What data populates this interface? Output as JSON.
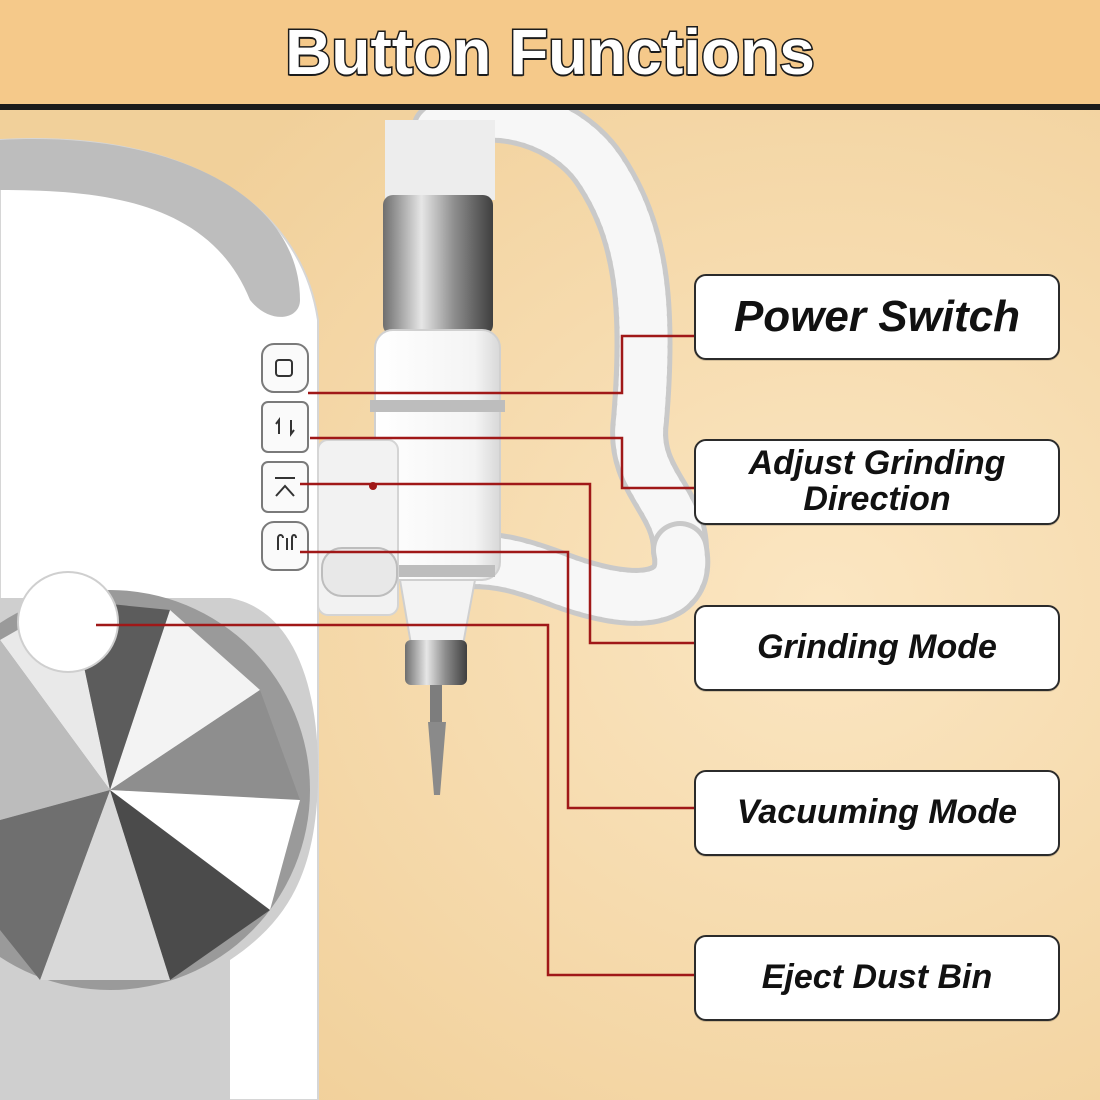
{
  "header": {
    "title": "Button Functions"
  },
  "callouts": {
    "power_switch": "Power Switch",
    "adjust_direction_line1": "Adjust Grinding",
    "adjust_direction_line2": "Direction",
    "grinding_mode": "Grinding Mode",
    "vacuuming_mode": "Vacuuming Mode",
    "eject_dust_bin": "Eject Dust Bin"
  },
  "icons": {
    "power": "square-icon",
    "direction": "rotate-arrows-icon",
    "grinding": "grinding-mode-icon",
    "vacuum": "vacuum-mode-icon"
  },
  "colors": {
    "header_bg": "#f5c98a",
    "leader_line": "#a01818",
    "background": "#f4d8a8"
  }
}
